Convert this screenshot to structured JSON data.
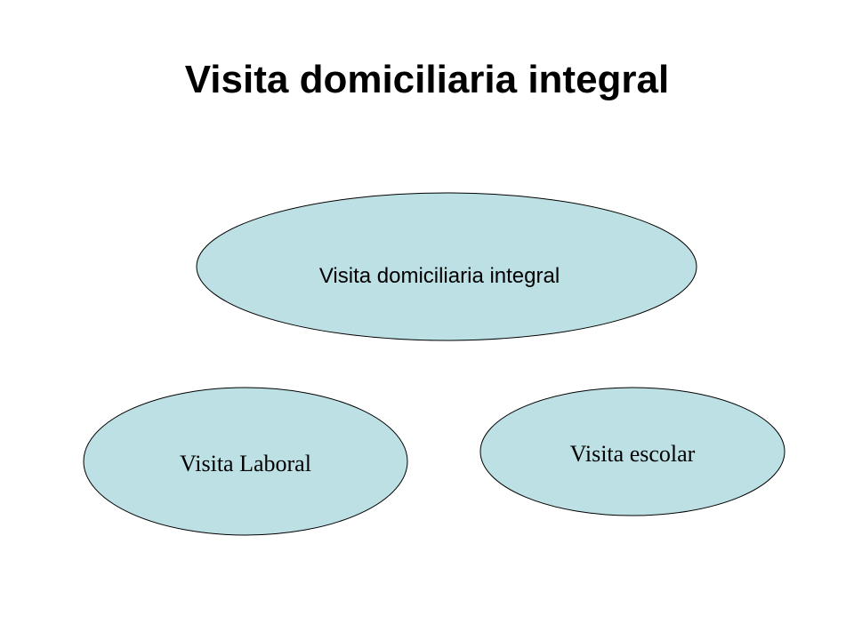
{
  "slide": {
    "title": "Visita domiciliaria integral"
  },
  "diagram": {
    "fill_color": "#bde0e4",
    "stroke_color": "#000000",
    "nodes": [
      {
        "id": "integral",
        "label": "Visita domiciliaria integral"
      },
      {
        "id": "laboral",
        "label": "Visita Laboral"
      },
      {
        "id": "escolar",
        "label": "Visita escolar"
      }
    ]
  }
}
